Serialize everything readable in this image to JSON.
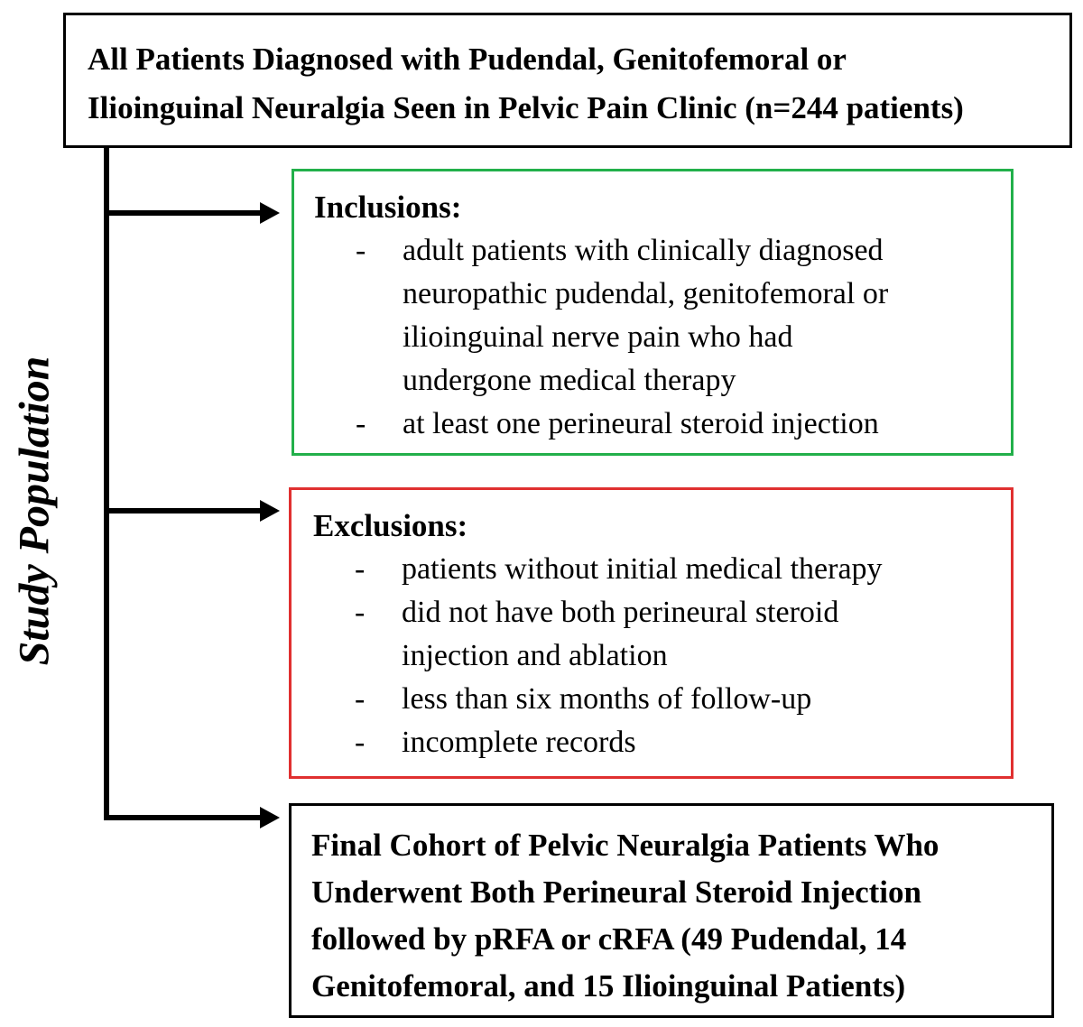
{
  "top_box": {
    "lines": [
      "All Patients Diagnosed with Pudendal, Genitofemoral or",
      "Ilioinguinal Neuralgia Seen in Pelvic Pain Clinic (n=244 patients)"
    ]
  },
  "side_label": "Study Population",
  "inclusions": {
    "heading": "Inclusions:",
    "bullet": "-",
    "items": [
      {
        "lines": [
          "adult patients with clinically diagnosed",
          "neuropathic pudendal, genitofemoral or",
          "ilioinguinal nerve pain who had",
          "undergone medical therapy"
        ]
      },
      {
        "lines": [
          "at least one perineural steroid injection"
        ]
      }
    ]
  },
  "exclusions": {
    "heading": "Exclusions:",
    "bullet": "-",
    "items": [
      {
        "lines": [
          "patients without initial medical therapy"
        ]
      },
      {
        "lines": [
          "did not have both perineural steroid",
          "injection and ablation"
        ]
      },
      {
        "lines": [
          "less than six months of follow-up"
        ]
      },
      {
        "lines": [
          "incomplete records"
        ]
      }
    ]
  },
  "final_box": {
    "lines": [
      "Final Cohort of Pelvic Neuralgia Patients Who",
      "Underwent Both Perineural Steroid Injection",
      "followed by pRFA or cRFA  (49 Pudendal, 14",
      "Genitofemoral, and 15 Ilioinguinal Patients)"
    ]
  },
  "colors": {
    "inclusions_border": "#22b04a",
    "exclusions_border": "#e03030",
    "lines": "#000000"
  }
}
